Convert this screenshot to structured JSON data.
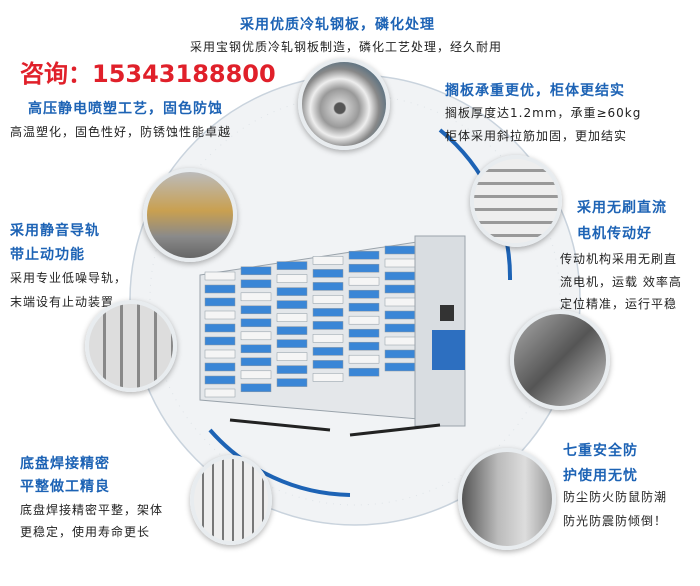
{
  "top": {
    "title": "采用优质冷轧钢板，磷化处理",
    "subtitle": "采用宝钢优质冷轧钢板制造，磷化工艺处理，经久耐用"
  },
  "contact": {
    "phone": "咨询：15343188800"
  },
  "features": {
    "coating": {
      "title": "高压静电喷塑工艺，固色防蚀",
      "lines": [
        "高温塑化，固色性好，防锈蚀性能卓越"
      ]
    },
    "shelf": {
      "title": "搁板承重更优，柜体更结实",
      "lines": [
        "搁板厚度达1.2mm，承重≥60kg",
        "柜体采用斜拉筋加固，更加结实"
      ]
    },
    "rail": {
      "title_lines": [
        "采用静音导轨",
        "带止动功能"
      ],
      "lines": [
        "采用专业低噪导轨，",
        "末端设有止动装置"
      ]
    },
    "motor": {
      "title_lines": [
        "采用无刷直流",
        "电机传动好"
      ],
      "lines": [
        "传动机构采用无刷直",
        "流电机，运载 效率高",
        "定位精准，运行平稳"
      ]
    },
    "chassis": {
      "title_lines": [
        "底盘焊接精密",
        "平整做工精良"
      ],
      "lines": [
        "底盘焊接精密平整，架体",
        "更稳定，使用寿命更长"
      ]
    },
    "safety": {
      "title_lines": [
        "七重安全防",
        "护使用无忧"
      ],
      "lines": [
        "防尘防火防鼠防潮",
        "防光防震防倾倒！"
      ]
    }
  },
  "colors": {
    "accent": "#1d63b5",
    "phone": "#e0202a",
    "shelf_blue": "#3a86d6"
  }
}
